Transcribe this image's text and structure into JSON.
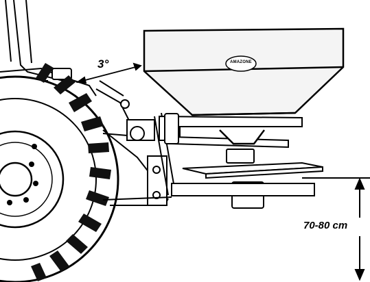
{
  "diagram": {
    "angle_label": "3°",
    "height_label": "70-80 cm",
    "brand_logo": "AMAZONE"
  },
  "colors": {
    "line": "#000000",
    "background": "#ffffff",
    "hopper_fill": "#f4f4f4"
  }
}
